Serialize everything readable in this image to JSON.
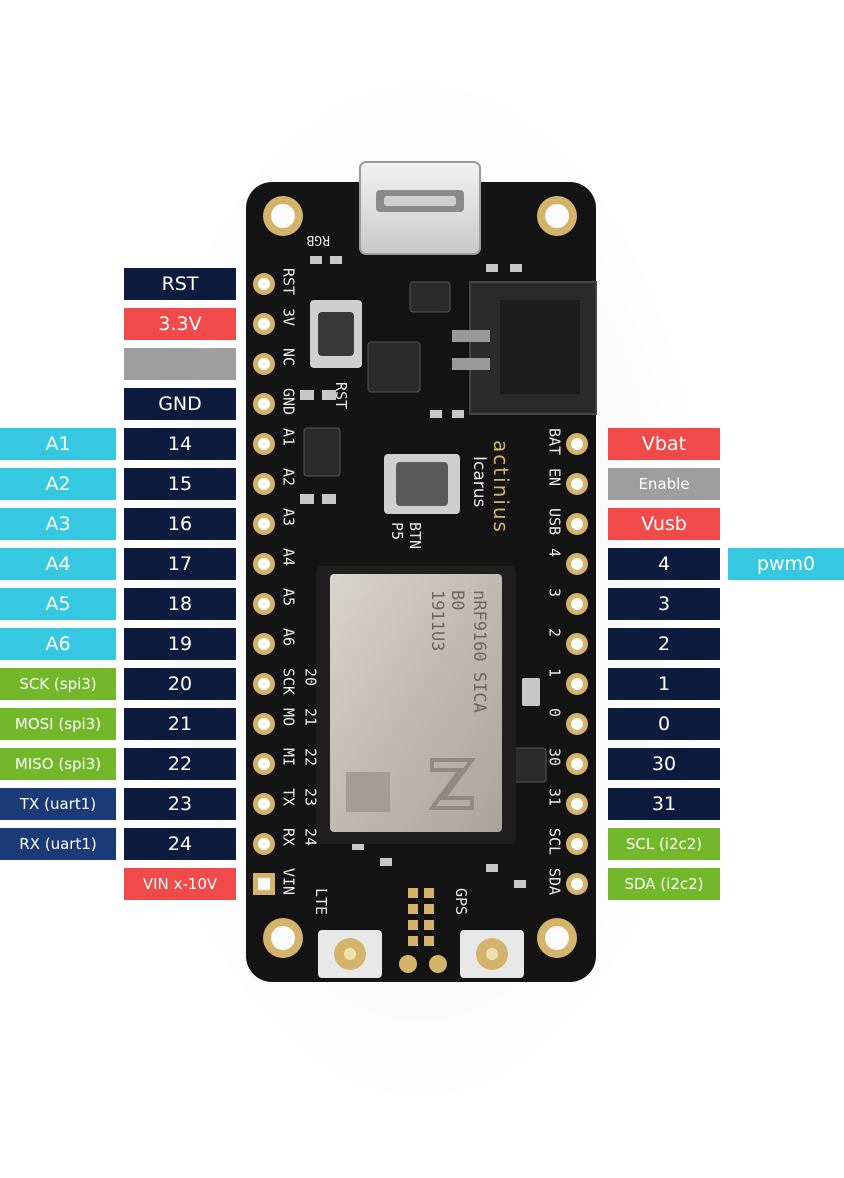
{
  "board": {
    "brand": "actinius",
    "model": "Icarus",
    "chip_lines": [
      "nRF9160 SICA",
      "B0",
      "1911U3"
    ],
    "silk_left": [
      "RST",
      "3V",
      "NC",
      "GND",
      "A1",
      "A2",
      "A3",
      "A4",
      "A5",
      "A6",
      "SCK",
      "MO",
      "MI",
      "TX",
      "RX",
      "VIN"
    ],
    "silk_left_num": [
      "",
      "",
      "",
      "",
      "",
      "",
      "",
      "",
      "",
      "",
      "20",
      "21",
      "22",
      "23",
      "24",
      ""
    ],
    "silk_right": [
      "BAT",
      "EN",
      "USB",
      "4",
      "3",
      "2",
      "1",
      "0",
      "30",
      "31",
      "SCL",
      "SDA"
    ],
    "silk_rgb": "RGB",
    "silk_rst": "RST",
    "silk_btn": "BTN",
    "silk_p5": "P5",
    "silk_lte": "LTE",
    "silk_gps": "GPS"
  },
  "colors": {
    "navy": "#0d1b3e",
    "red": "#f04a4a",
    "grey": "#9e9e9e",
    "cyan": "#35c8e0",
    "green": "#73b82b",
    "blue": "#1a3a78",
    "pcb": "#141414",
    "gold": "#d4b46a"
  },
  "left_pins": [
    {
      "label": "RST",
      "color": "navy"
    },
    {
      "label": "3.3V",
      "color": "red"
    },
    {
      "label": "",
      "color": "grey"
    },
    {
      "label": "GND",
      "color": "navy"
    },
    {
      "label": "14",
      "color": "navy",
      "alt": "A1",
      "alt_color": "cyan"
    },
    {
      "label": "15",
      "color": "navy",
      "alt": "A2",
      "alt_color": "cyan"
    },
    {
      "label": "16",
      "color": "navy",
      "alt": "A3",
      "alt_color": "cyan"
    },
    {
      "label": "17",
      "color": "navy",
      "alt": "A4",
      "alt_color": "cyan"
    },
    {
      "label": "18",
      "color": "navy",
      "alt": "A5",
      "alt_color": "cyan"
    },
    {
      "label": "19",
      "color": "navy",
      "alt": "A6",
      "alt_color": "cyan"
    },
    {
      "label": "20",
      "color": "navy",
      "alt": "SCK (spi3)",
      "alt_color": "green"
    },
    {
      "label": "21",
      "color": "navy",
      "alt": "MOSI (spi3)",
      "alt_color": "green"
    },
    {
      "label": "22",
      "color": "navy",
      "alt": "MISO (spi3)",
      "alt_color": "green"
    },
    {
      "label": "23",
      "color": "navy",
      "alt": "TX (uart1)",
      "alt_color": "blue"
    },
    {
      "label": "24",
      "color": "navy",
      "alt": "RX (uart1)",
      "alt_color": "blue"
    },
    {
      "label": "VIN x-10V",
      "color": "red"
    }
  ],
  "right_pins": [
    {
      "label": "Vbat",
      "color": "red"
    },
    {
      "label": "Enable",
      "color": "grey"
    },
    {
      "label": "Vusb",
      "color": "red"
    },
    {
      "label": "4",
      "color": "navy",
      "alt": "pwm0",
      "alt_color": "cyan"
    },
    {
      "label": "3",
      "color": "navy"
    },
    {
      "label": "2",
      "color": "navy"
    },
    {
      "label": "1",
      "color": "navy"
    },
    {
      "label": "0",
      "color": "navy"
    },
    {
      "label": "30",
      "color": "navy"
    },
    {
      "label": "31",
      "color": "navy"
    },
    {
      "label": "SCL (i2c2)",
      "color": "green"
    },
    {
      "label": "SDA (i2c2)",
      "color": "green"
    }
  ]
}
